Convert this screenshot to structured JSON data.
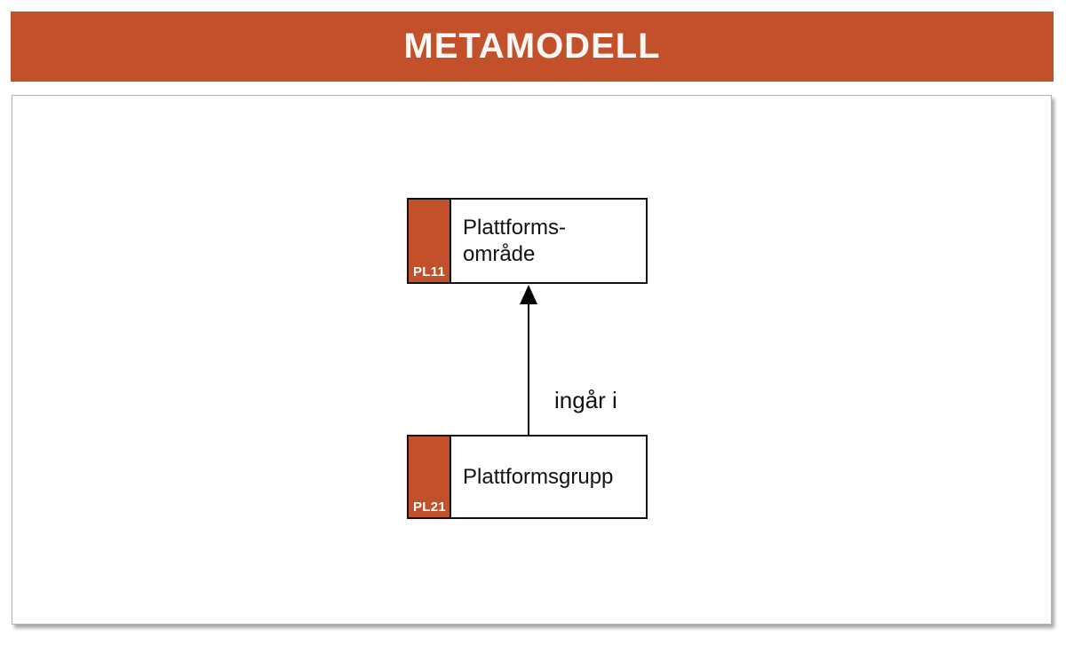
{
  "header": {
    "title": "METAMODELL"
  },
  "colors": {
    "accent_orange": "#C2502B",
    "header_text": "#FDF8F5",
    "box_border": "#111111",
    "panel_border": "#B3B3B3"
  },
  "diagram": {
    "nodes": [
      {
        "code": "PL11",
        "label_lines": [
          "Plattforms-",
          "område"
        ]
      },
      {
        "code": "PL21",
        "label_lines": [
          "Plattformsgrupp"
        ]
      }
    ],
    "relation": {
      "label": "ingår i",
      "from": "PL21",
      "to": "PL11",
      "type": "arrow"
    }
  }
}
